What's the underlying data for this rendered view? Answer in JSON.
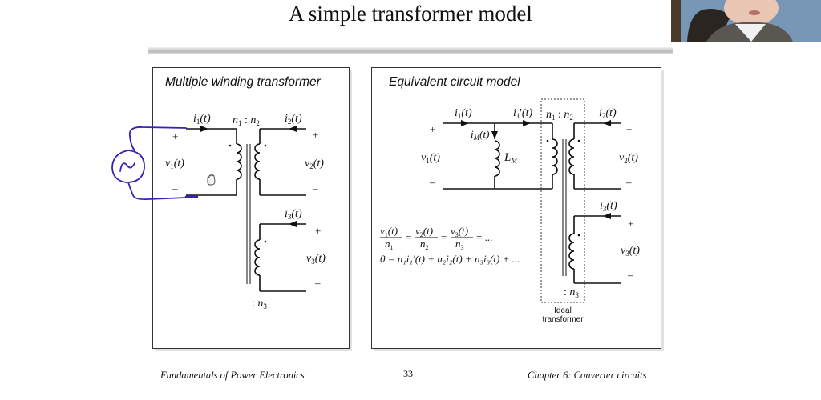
{
  "slide": {
    "title": "A simple transformer model",
    "footer_left": "Fundamentals of Power Electronics",
    "page_number": "33",
    "footer_right": "Chapter 6: Converter circuits"
  },
  "left_panel": {
    "title": "Multiple winding transformer",
    "labels": {
      "i1": "i",
      "i1_sub": "1",
      "t": "(t)",
      "turns_ratio_n1": "n",
      "turns_ratio_sep": " : ",
      "sub1": "1",
      "sub2": "2",
      "sub3": "3",
      "plus": "+",
      "minus": "–",
      "v": "v",
      "i": "i",
      "n": "n",
      "n3_prefix": ": "
    },
    "annotations": {
      "handwritten_source": "ac-source-symbol (pen annotation)",
      "ink_color": "#3a1fb5"
    }
  },
  "right_panel": {
    "title": "Equivalent circuit model",
    "magnetizing_inductance": "L",
    "magnetizing_sub": "M",
    "magnetizing_current_sub": "M",
    "prime": "'",
    "ideal_label_line1": "Ideal",
    "ideal_label_line2": "transformer",
    "equation1": {
      "fractions": [
        {
          "num_v": "v",
          "num_sub": "1",
          "den_n": "n",
          "den_sub": "1"
        },
        {
          "num_v": "v",
          "num_sub": "2",
          "den_n": "n",
          "den_sub": "2"
        },
        {
          "num_v": "v",
          "num_sub": "3",
          "den_n": "n",
          "den_sub": "3"
        }
      ],
      "tail": "= ..."
    },
    "equation2": "0 = n₁i₁'(t) + n₂i₂(t) + n₃i₃(t) + ..."
  }
}
